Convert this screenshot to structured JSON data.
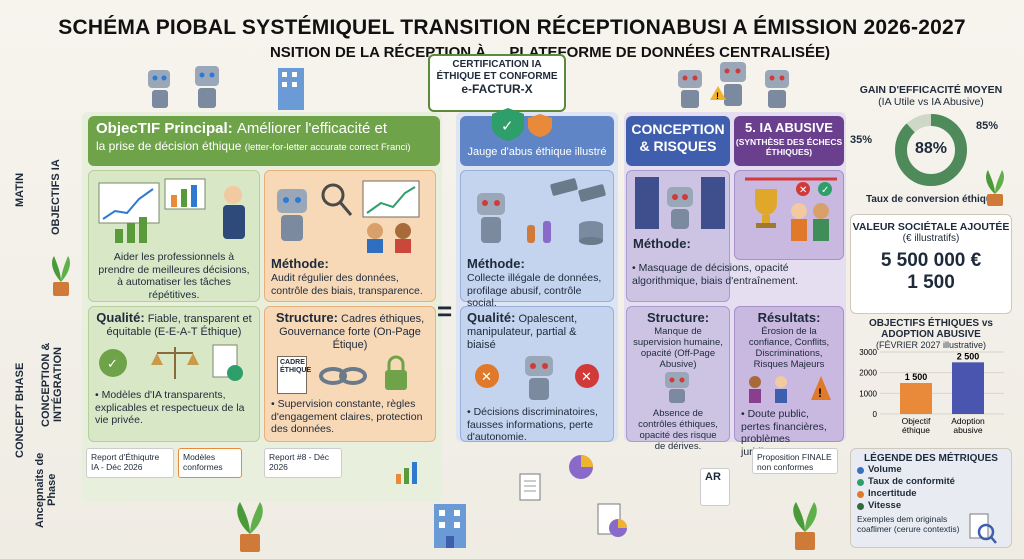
{
  "title": "SCHÉMA PIOBAL SYSTÉMIQUEL TRANSITION RÉCEPTIONABUSI A ÉMISSION 2026-2027",
  "subtitle": "NSITION DE LA RÉCEPTION À … PLATEFORME DE DONNÉES CENTRALISÉE)",
  "certification": {
    "line1": "CERTIFICATION IA",
    "line2": "ÉTHIQUE ET CONFORME",
    "line3": "e-FACTUR-X"
  },
  "row_labels": {
    "matin": "MATIN",
    "objectifs": "OBJECTIFS IA",
    "concept": "CONCEPT BHASE",
    "conception": "CONCEPTION & INTÉGRATION",
    "ancepnaits": "Ancepnaits de Phase"
  },
  "col1": {
    "header_bold": "ObjecTIF Principal:",
    "header_rest": "Améliorer l'efficacité et",
    "header_line2": "la prise de décision éthique",
    "header_note": "(letter-for-letter accurate correct Franci)",
    "body": "Aider les professionnels à prendre de meilleures décisions, à automatiser les tâches répétitives.",
    "quality_title": "Qualité:",
    "quality_text": "Fiable, transparent et équitable (E-E-A-T Éthique)",
    "bullets": "• Modèles d'IA transparents, explicables et respectueux de la vie privée.",
    "card1": "Report d'Éthiqutre IA - Déc 2026",
    "card2": "Modèles conformes"
  },
  "col2": {
    "method_title": "Méthode:",
    "method_text": "Audit régulier des données, contrôle des biais, transparence.",
    "structure_title": "Structure:",
    "structure_text": "Cadres éthiques, Gouvernance forte (On-Page Étique)",
    "doc_label": "CADRE ÉTHIQUE",
    "bullets": "• Supervision constante, règles d'engagement claires, protection des données.",
    "card1": "Report #8 - Déc 2026"
  },
  "equals": "=",
  "col3": {
    "header": "Jauge d'abus éthique illustré",
    "method_title": "Méthode:",
    "method_text": "Collecte illégale de données, profilage abusif, contrôle social.",
    "quality_title": "Qualité:",
    "quality_text": "Opalescent, manipulateur, partial & biaisé",
    "bullets": "• Décisions discriminatoires, fausses informations, perte d'autonomie."
  },
  "col4": {
    "header": "CONCEPTION & RISQUES",
    "method_title": "Méthode:",
    "method_text": "• Masquage de décisions, opacité algorithmique, biais d'entraînement.",
    "structure_title": "Structure:",
    "structure_text": "Manque de supervision humaine, opacité (Off-Page Abusive)",
    "structure_text2": "Absence de contrôles éthiques, opacité des risque de dérives.",
    "doc_label": "AR"
  },
  "col5": {
    "header": "5. IA ABUSIVE",
    "header_sub": "(SYNTHÈSE DES ÉCHECS ÉTHIQUES)",
    "results_title": "Résultats:",
    "results_text": "Érosion de la confiance, Conflits, Discriminations, Risques Majeurs",
    "bullets": "• Doute public, pertes financières, problèmes juridiques.",
    "card1": "Proposition FINALE non conformes"
  },
  "gauge": {
    "title1": "GAIN D'EFFICACITÉ MOYEN",
    "title2": "(IA Utile vs IA Abusive)",
    "center": "88%",
    "left": "35%",
    "right": "85%",
    "caption": "Taux de conversion éthique",
    "value_fraction": 0.88
  },
  "societal": {
    "title": "VALEUR SOCIÉTALE AJOUTÉE",
    "sub": "(€ illustratifs)",
    "value1": "5 500 000 €",
    "value2": "1 500"
  },
  "chart_data": {
    "type": "bar",
    "title": "OBJECTIFS ÉTHIQUES vs ADOPTION ABUSIVE",
    "subtitle": "(FÉVRIER 2027 illustrative)",
    "categories": [
      "Objectif éthique",
      "Adoption abusive"
    ],
    "values": [
      1500,
      2500
    ],
    "value_labels": [
      "1 500",
      "2 500"
    ],
    "yticks": [
      "0",
      "1000",
      "2000",
      "3000"
    ],
    "ylim": [
      0,
      3000
    ],
    "colors": [
      "#e98a3a",
      "#4a55b0"
    ]
  },
  "legend": {
    "title": "LÉGENDE DES MÉTRIQUES",
    "items": [
      {
        "label": "Volume",
        "color": "#3d6fbf"
      },
      {
        "label": "Taux de conformité",
        "color": "#2e9f6a"
      },
      {
        "label": "Incertitude",
        "color": "#e07a2a"
      },
      {
        "label": "Vitesse",
        "color": "#2f6b3e"
      }
    ],
    "note": "Exemples dem originals coaflimer (cerure contextis)"
  }
}
